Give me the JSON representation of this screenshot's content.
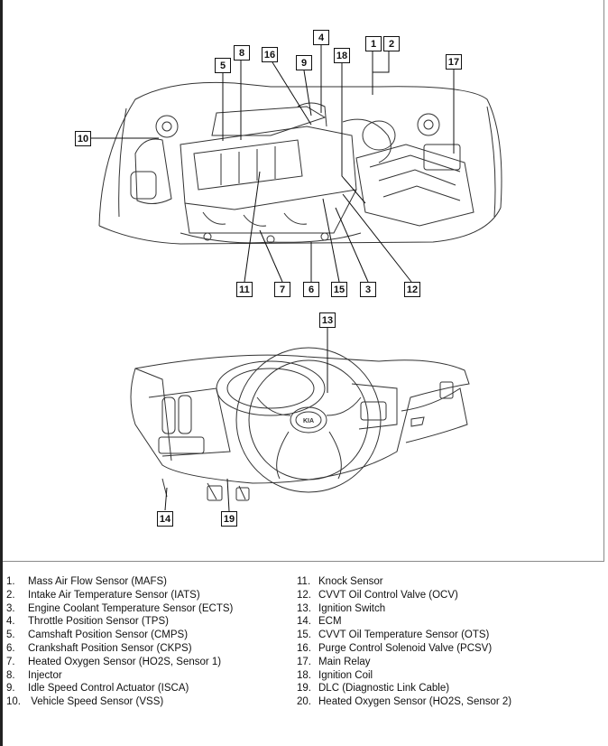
{
  "callouts": {
    "c1": "1",
    "c2": "2",
    "c3": "3",
    "c4": "4",
    "c5": "5",
    "c6": "6",
    "c7": "7",
    "c8": "8",
    "c9": "9",
    "c10": "10",
    "c11": "11",
    "c12": "12",
    "c13": "13",
    "c14": "14",
    "c15": "15",
    "c16": "16",
    "c17": "17",
    "c18": "18",
    "c19": "19"
  },
  "emblem": "KIA",
  "legend": {
    "left": [
      {
        "num": "1.",
        "label": "Mass Air Flow Sensor (MAFS)"
      },
      {
        "num": "2.",
        "label": "Intake Air Temperature Sensor (IATS)"
      },
      {
        "num": "3.",
        "label": "Engine Coolant Temperature Sensor (ECTS)"
      },
      {
        "num": "4.",
        "label": "Throttle Position Sensor (TPS)"
      },
      {
        "num": "5.",
        "label": "Camshaft Position Sensor (CMPS)"
      },
      {
        "num": "6.",
        "label": "Crankshaft Position Sensor (CKPS)"
      },
      {
        "num": "7.",
        "label": "Heated Oxygen Sensor (HO2S, Sensor 1)"
      },
      {
        "num": "8.",
        "label": "Injector"
      },
      {
        "num": "9.",
        "label": "Idle Speed Control Actuator (ISCA)"
      },
      {
        "num": "10.",
        "label": " Vehicle Speed Sensor (VSS)"
      }
    ],
    "right": [
      {
        "num": "11.",
        "label": "Knock Sensor"
      },
      {
        "num": "12.",
        "label": "CVVT Oil Control Valve (OCV)"
      },
      {
        "num": "13.",
        "label": "Ignition Switch"
      },
      {
        "num": "14.",
        "label": "ECM"
      },
      {
        "num": "15.",
        "label": "CVVT Oil Temperature Sensor (OTS)"
      },
      {
        "num": "16.",
        "label": "Purge Control Solenoid Valve (PCSV)"
      },
      {
        "num": "17.",
        "label": "Main Relay"
      },
      {
        "num": "18.",
        "label": "Ignition Coil"
      },
      {
        "num": "19.",
        "label": "DLC (Diagnostic Link Cable)"
      },
      {
        "num": "20.",
        "label": "Heated Oxygen Sensor (HO2S, Sensor 2)"
      }
    ]
  }
}
